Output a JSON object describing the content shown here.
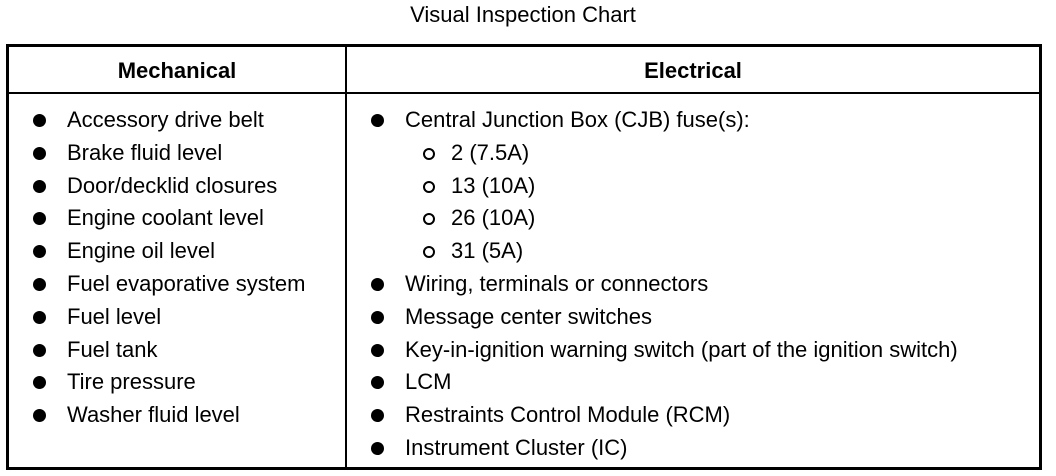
{
  "title": "Visual Inspection Chart",
  "columns": {
    "mechanical": {
      "header": "Mechanical",
      "items": [
        "Accessory drive belt",
        "Brake fluid level",
        "Door/decklid closures",
        "Engine coolant level",
        "Engine oil level",
        "Fuel evaporative system",
        "Fuel level",
        "Fuel tank",
        "Tire pressure",
        "Washer fluid level"
      ]
    },
    "electrical": {
      "header": "Electrical",
      "items": [
        "Central Junction Box (CJB) fuse(s):",
        "2 (7.5A)",
        "13 (10A)",
        "26 (10A)",
        "31 (5A)",
        "Wiring, terminals or connectors",
        "Message center switches",
        "Key-in-ignition warning switch (part of the ignition switch)",
        "LCM",
        "Restraints Control Module (RCM)",
        "Instrument Cluster (IC)"
      ]
    }
  }
}
